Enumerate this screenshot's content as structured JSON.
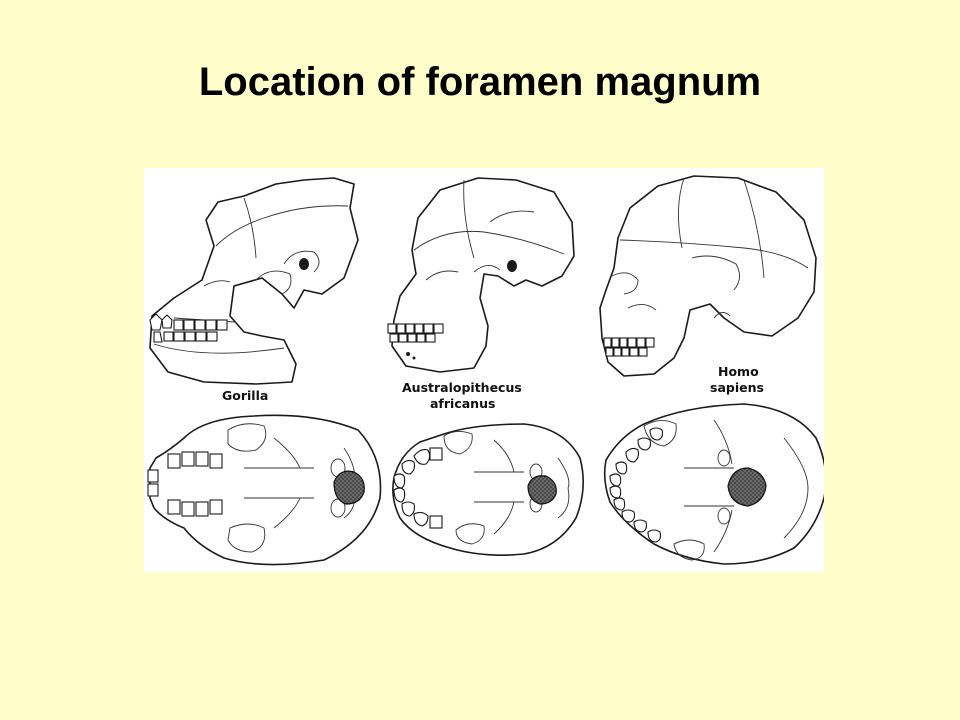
{
  "slide": {
    "title": "Location of foramen magnum",
    "background_color": "#ffffcc"
  },
  "figure": {
    "labels": {
      "gorilla": "Gorilla",
      "australopithecus_line1": "Australopithecus",
      "australopithecus_line2": "africanus",
      "homo_line1": "Homo",
      "homo_line2": "sapiens"
    }
  }
}
